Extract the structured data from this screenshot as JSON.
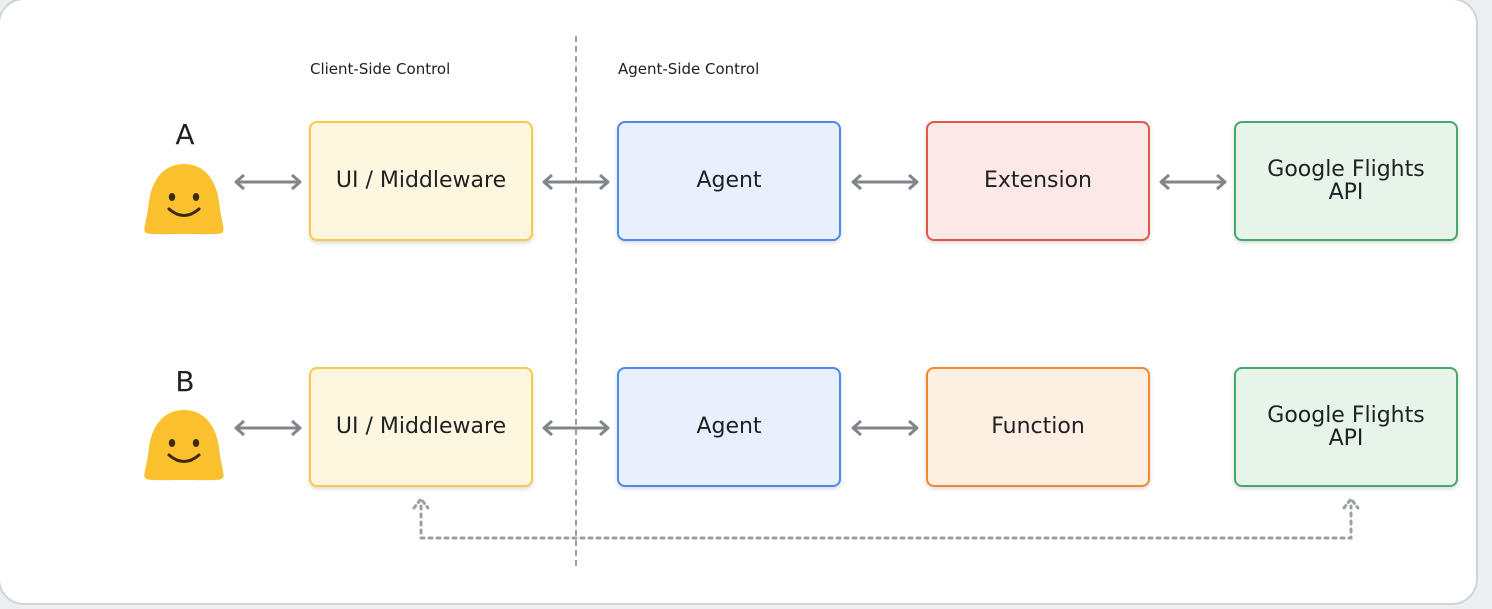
{
  "headers": {
    "client": "Client-Side Control",
    "agent": "Agent-Side Control"
  },
  "rows": [
    {
      "letter": "A",
      "user_icon": "smiley-face-icon",
      "boxes": [
        {
          "label": "UI / Middleware",
          "color": "#fbc94a"
        },
        {
          "label": "Agent",
          "color": "#4a8af0"
        },
        {
          "label": "Extension",
          "color": "#e25848"
        },
        {
          "label_lines": [
            "Google Flights",
            "API"
          ],
          "color": "#48a868"
        }
      ]
    },
    {
      "letter": "B",
      "user_icon": "smiley-face-icon",
      "boxes": [
        {
          "label": "UI / Middleware",
          "color": "#fbc94a"
        },
        {
          "label": "Agent",
          "color": "#4a8af0"
        },
        {
          "label": "Function",
          "color": "#f08a30"
        },
        {
          "label_lines": [
            "Google Flights",
            "API"
          ],
          "color": "#48a868"
        }
      ]
    }
  ]
}
